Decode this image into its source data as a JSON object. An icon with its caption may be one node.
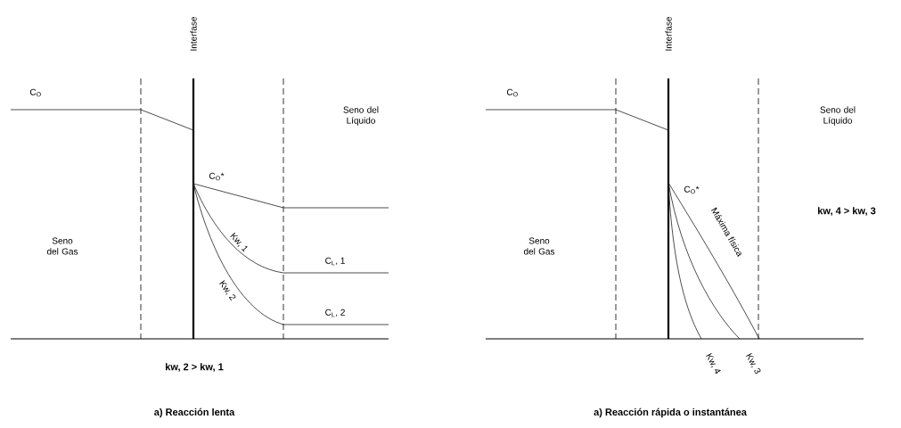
{
  "diagram": {
    "labels": [
      "Interfase",
      "C$_{O}$",
      "Seno del Líquido",
      "C$_{O}$*",
      "Seno del Gas",
      "Kw, 1",
      "C$_{L}$, 1",
      "Kw, 2",
      "C$_{L}$, 2",
      "kw, 2 > kw, 1",
      "a) Reacción lenta",
      "Interfase",
      "C$_{O}$",
      "Seno del Líquido",
      "C$_{O}$*",
      "Máxima física",
      "kw, 4 > kw, 3",
      "Seno del Gas",
      "Kw, 4",
      "Kw, 3",
      "a) Reacción rápida o instantánea"
    ]
  }
}
